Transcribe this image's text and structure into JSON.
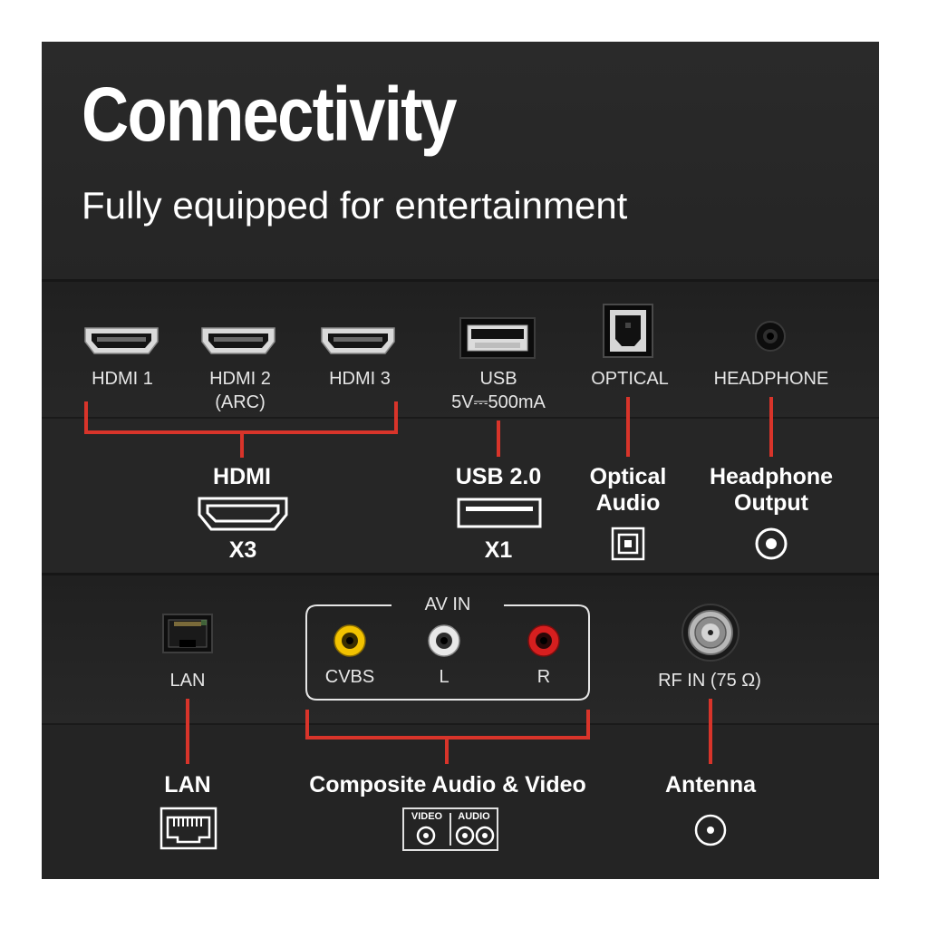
{
  "header": {
    "title": "Connectivity",
    "subtitle": "Fully equipped for entertainment"
  },
  "ports_row1": {
    "hdmi1": "HDMI 1",
    "hdmi2": "HDMI 2",
    "hdmi2_sub": "(ARC)",
    "hdmi3": "HDMI 3",
    "usb": "USB",
    "usb_spec": "5V⎓500mA",
    "optical": "OPTICAL",
    "headphone": "HEADPHONE"
  },
  "features_row1": {
    "hdmi_title": "HDMI",
    "hdmi_count": "X3",
    "usb_title": "USB 2.0",
    "usb_count": "X1",
    "optical_title_1": "Optical",
    "optical_title_2": "Audio",
    "headphone_title_1": "Headphone",
    "headphone_title_2": "Output"
  },
  "ports_row2": {
    "lan": "LAN",
    "av_in": "AV IN",
    "cvbs": "CVBS",
    "left": "L",
    "right": "R",
    "rf_in": "RF IN (75 Ω)"
  },
  "features_row2": {
    "lan_title": "LAN",
    "composite_title": "Composite Audio & Video",
    "composite_video_tag": "VIDEO",
    "composite_audio_tag": "AUDIO",
    "antenna_title": "Antenna"
  },
  "colors": {
    "accent_red": "#d8342a",
    "panel": "#262626",
    "rca_yellow": "#f2c200",
    "rca_white": "#e8e8e8",
    "rca_red": "#d61f1f"
  }
}
